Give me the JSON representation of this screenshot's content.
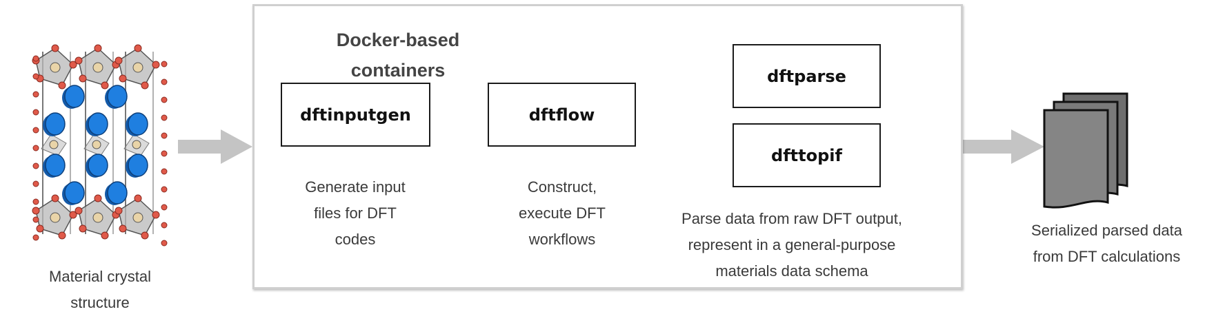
{
  "input": {
    "caption": "Material crystal\nstructure"
  },
  "container": {
    "title": "Docker-based\ncontainers"
  },
  "steps": [
    {
      "label": "dftinputgen",
      "caption": "Generate input\nfiles for DFT\ncodes"
    },
    {
      "label": "dftflow",
      "caption": "Construct,\nexecute DFT\nworkflows"
    }
  ],
  "parsers": {
    "items": [
      "dftparse",
      "dfttopif"
    ],
    "caption": "Parse data from raw DFT output,\nrepresent in a general-purpose\nmaterials data schema"
  },
  "output": {
    "caption": "Serialized parsed data\nfrom DFT calculations"
  },
  "colors": {
    "arrow": "#c4c4c4",
    "atom_large": "#1f7fe0",
    "atom_small": "#e05a4a",
    "atom_center": "#e9d4a8",
    "octahedron": "#b8b8b8",
    "document": "#7a7a7a"
  }
}
